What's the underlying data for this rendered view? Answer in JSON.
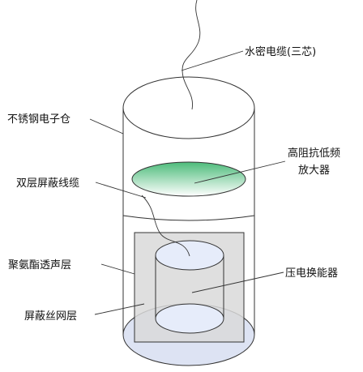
{
  "labels": {
    "cable": "水密电缆(三芯)",
    "cabin": "不锈钢电子仓",
    "amp_line1": "高阻抗低频",
    "amp_line2": "放大器",
    "shield_wire": "双层屏蔽线缆",
    "pu_layer": "聚氨酯透声层",
    "transducer": "压电换能器",
    "mesh_layer": "屏蔽丝网层"
  },
  "colors": {
    "amplifier_top": "#4cbb7a",
    "amplifier_bottom": "#ffffff",
    "transducer_face": "#e6ecfa",
    "pu_fill": "#d9d9d9",
    "base_fill": "#dde3f3"
  }
}
